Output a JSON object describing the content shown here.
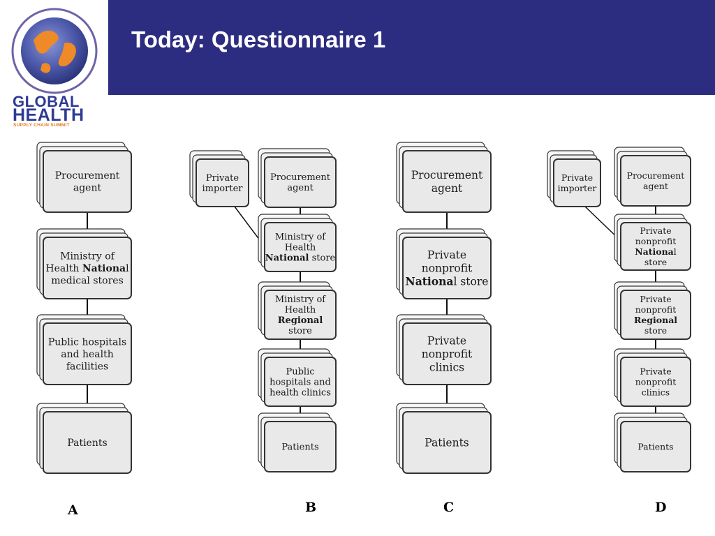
{
  "header": {
    "title": "Today: Questionnaire 1"
  },
  "logo": {
    "word1": "GLOBAL",
    "word2": "HEALTH",
    "tagline": "SUPPLY CHAIN SUMMIT",
    "icon": "globe-logo-icon"
  },
  "colors": {
    "header_bg": "#2c2c80",
    "logo_text": "#2f3a93",
    "logo_accent": "#e07a1a",
    "box_fill": "#e9e9e9",
    "box_stroke": "#333333"
  },
  "diagrams": [
    {
      "label": "A",
      "chain": [
        {
          "lines": [
            [
              {
                "t": "Procurement"
              }
            ],
            [
              {
                "t": "agent"
              }
            ]
          ]
        },
        {
          "lines": [
            [
              {
                "t": "Ministry of"
              }
            ],
            [
              {
                "t": "Health "
              },
              {
                "t": "Nationa",
                "b": true
              },
              {
                "t": "l"
              }
            ],
            [
              {
                "t": "medical stores"
              }
            ]
          ]
        },
        {
          "lines": [
            [
              {
                "t": "Public hospitals"
              }
            ],
            [
              {
                "t": "and health"
              }
            ],
            [
              {
                "t": "facilities"
              }
            ]
          ]
        },
        {
          "lines": [
            [
              {
                "t": "Patients"
              }
            ]
          ]
        }
      ]
    },
    {
      "label": "B",
      "importer": {
        "lines": [
          [
            {
              "t": "Private"
            }
          ],
          [
            {
              "t": "importer"
            }
          ]
        ]
      },
      "chain": [
        {
          "lines": [
            [
              {
                "t": "Procurement"
              }
            ],
            [
              {
                "t": "agent"
              }
            ]
          ]
        },
        {
          "lines": [
            [
              {
                "t": "Ministry of"
              }
            ],
            [
              {
                "t": "Health"
              }
            ],
            [
              {
                "t": "National",
                "b": true
              },
              {
                "t": " store"
              }
            ]
          ]
        },
        {
          "lines": [
            [
              {
                "t": "Ministry of"
              }
            ],
            [
              {
                "t": "Health"
              }
            ],
            [
              {
                "t": "Regional",
                "b": true
              }
            ],
            [
              {
                "t": "store"
              }
            ]
          ]
        },
        {
          "lines": [
            [
              {
                "t": "Public"
              }
            ],
            [
              {
                "t": "hospitals and"
              }
            ],
            [
              {
                "t": "health clinics"
              }
            ]
          ]
        },
        {
          "lines": [
            [
              {
                "t": "Patients"
              }
            ]
          ]
        }
      ]
    },
    {
      "label": "C",
      "chain": [
        {
          "lines": [
            [
              {
                "t": "Procurement"
              }
            ],
            [
              {
                "t": "agent"
              }
            ]
          ]
        },
        {
          "lines": [
            [
              {
                "t": "Private"
              }
            ],
            [
              {
                "t": "nonprofit"
              }
            ],
            [
              {
                "t": "Nationa",
                "b": true
              },
              {
                "t": "l store"
              }
            ]
          ]
        },
        {
          "lines": [
            [
              {
                "t": "Private"
              }
            ],
            [
              {
                "t": "nonprofit"
              }
            ],
            [
              {
                "t": "clinics"
              }
            ]
          ]
        },
        {
          "lines": [
            [
              {
                "t": "Patients"
              }
            ]
          ]
        }
      ]
    },
    {
      "label": "D",
      "importer": {
        "lines": [
          [
            {
              "t": "Private"
            }
          ],
          [
            {
              "t": "importer"
            }
          ]
        ]
      },
      "chain": [
        {
          "lines": [
            [
              {
                "t": "Procurement"
              }
            ],
            [
              {
                "t": "agent"
              }
            ]
          ]
        },
        {
          "lines": [
            [
              {
                "t": "Private"
              }
            ],
            [
              {
                "t": "nonprofit"
              }
            ],
            [
              {
                "t": "Nationa",
                "b": true
              },
              {
                "t": "l"
              }
            ],
            [
              {
                "t": "store"
              }
            ]
          ]
        },
        {
          "lines": [
            [
              {
                "t": "Private"
              }
            ],
            [
              {
                "t": "nonprofit"
              }
            ],
            [
              {
                "t": "Regional",
                "b": true
              }
            ],
            [
              {
                "t": "store"
              }
            ]
          ]
        },
        {
          "lines": [
            [
              {
                "t": "Private"
              }
            ],
            [
              {
                "t": "nonprofit"
              }
            ],
            [
              {
                "t": "clinics"
              }
            ]
          ]
        },
        {
          "lines": [
            [
              {
                "t": "Patients"
              }
            ]
          ]
        }
      ]
    }
  ]
}
